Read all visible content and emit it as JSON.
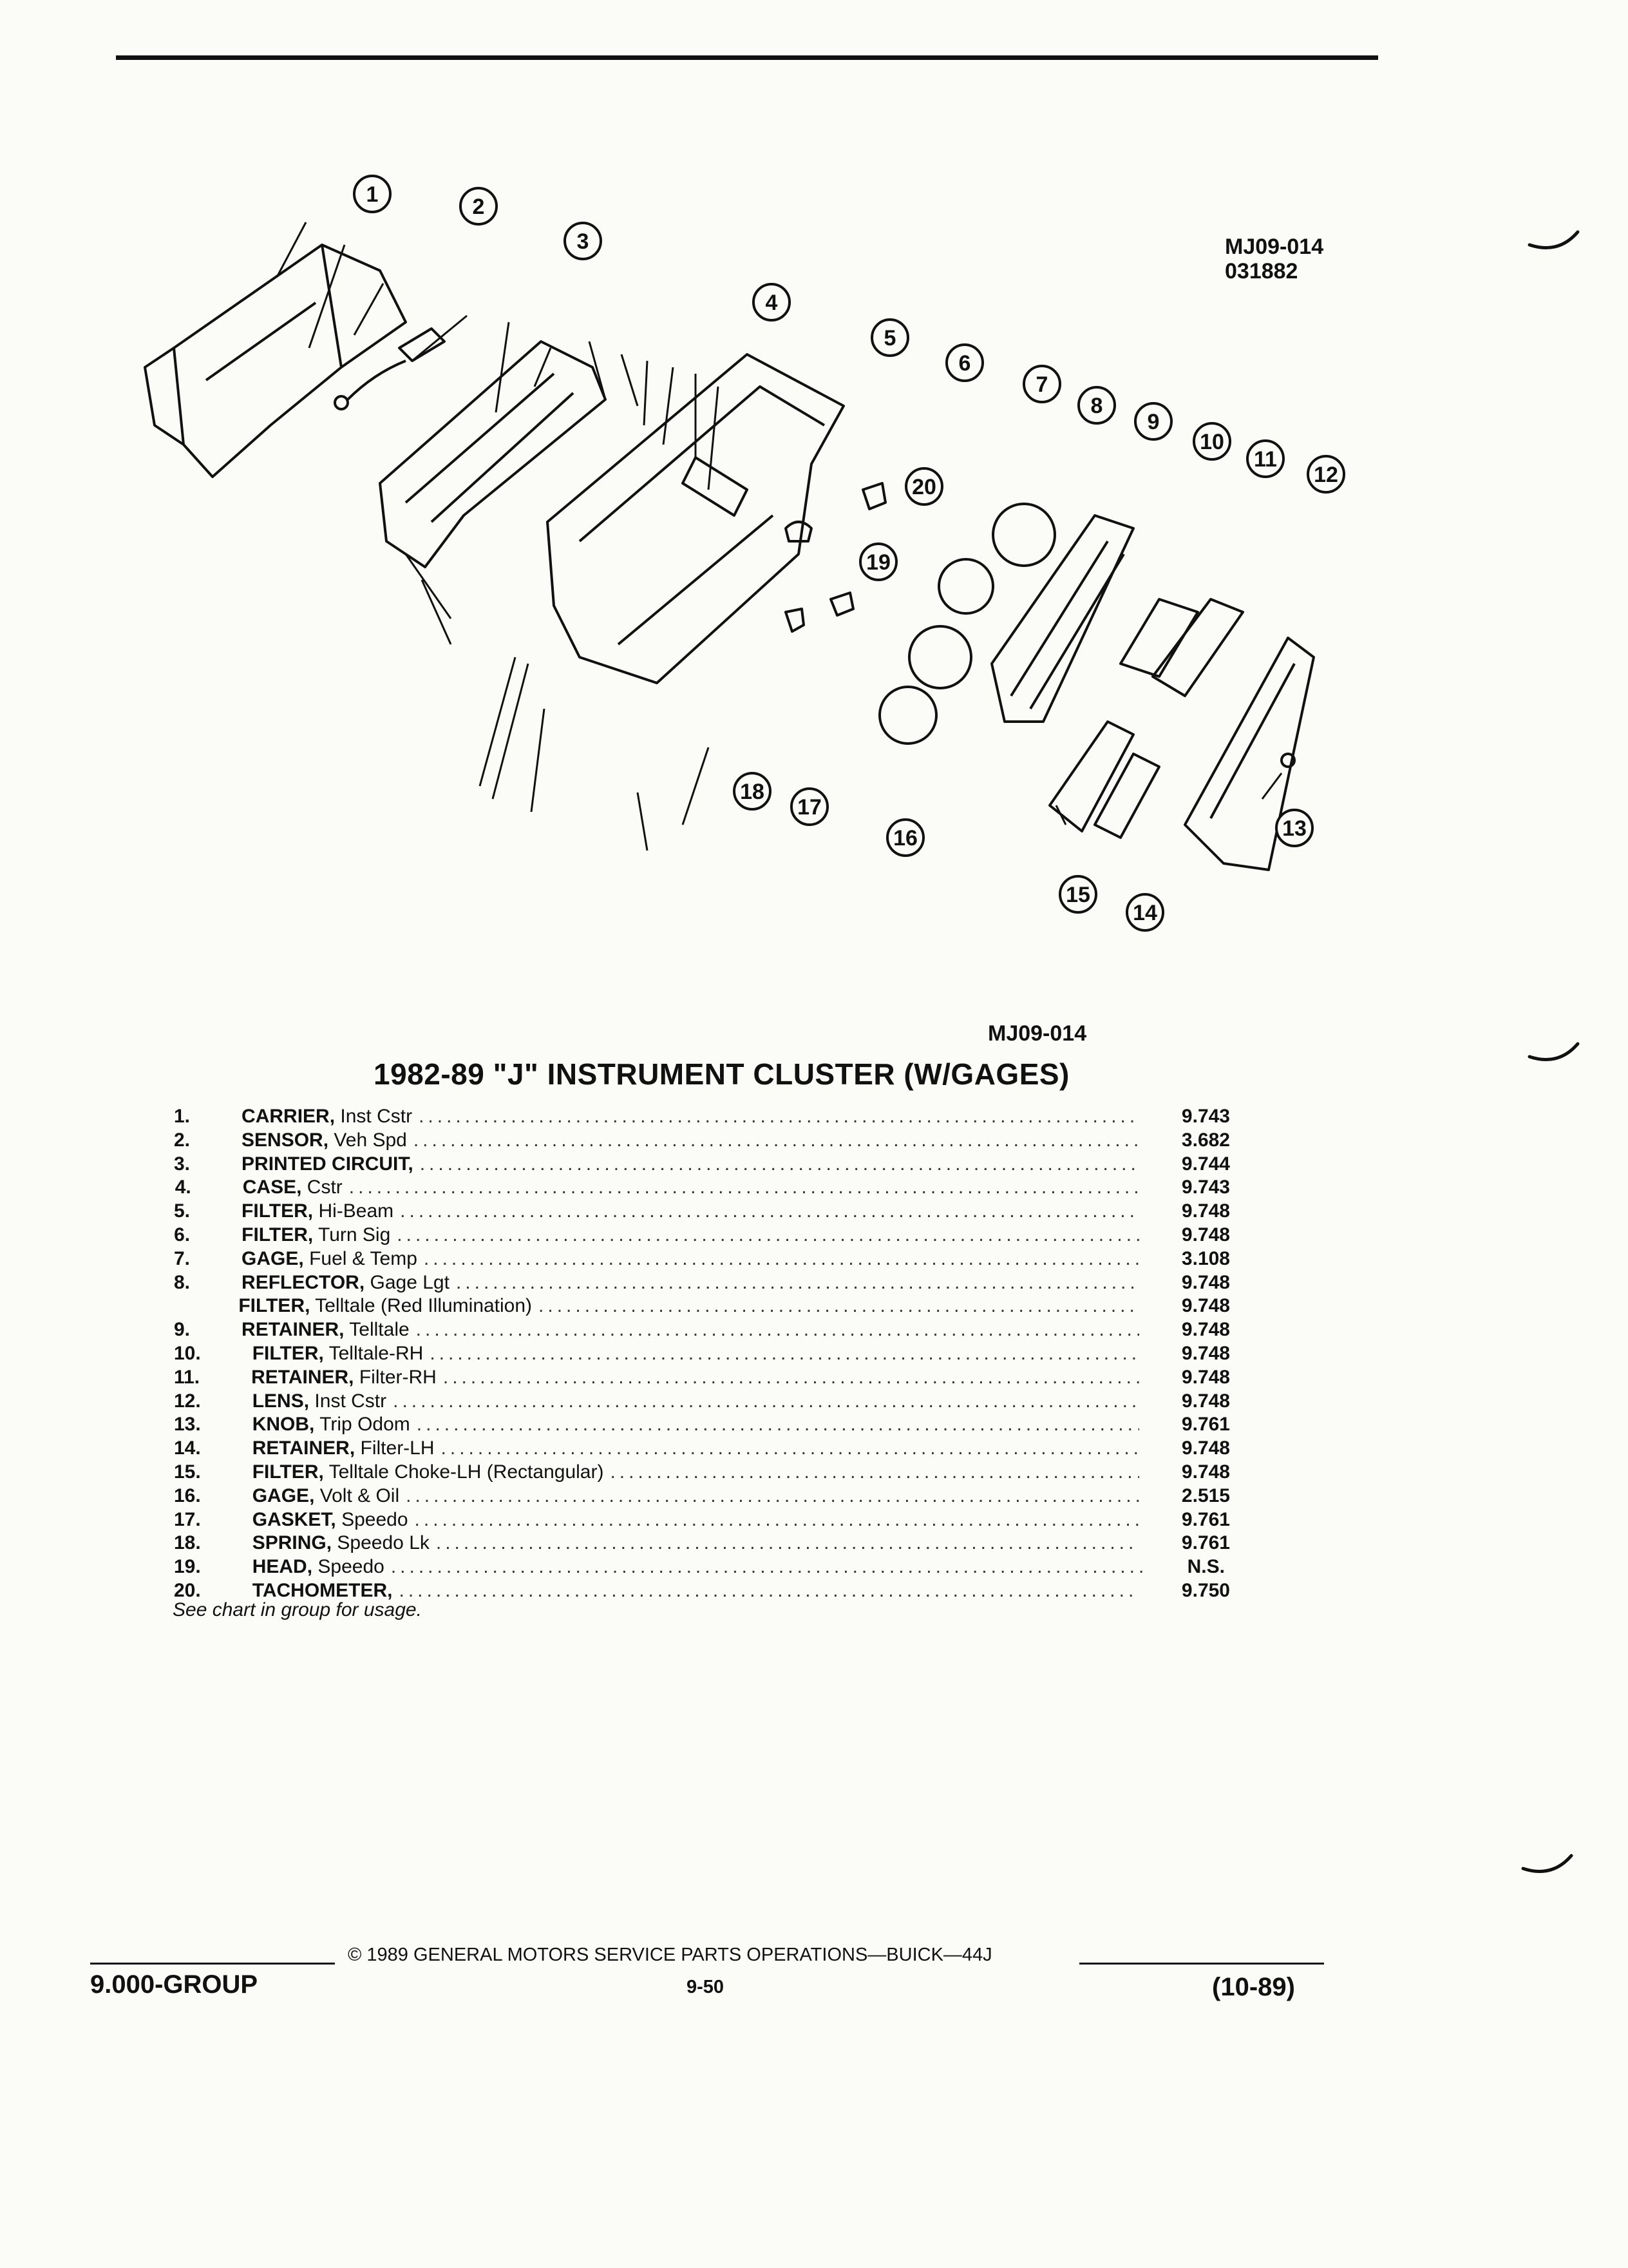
{
  "header": {
    "figure_id": "MJ09-014",
    "figure_code": "031882",
    "figure_caption": "MJ09-014"
  },
  "title": "1982-89 \"J\" INSTRUMENT CLUSTER (W/GAGES)",
  "callouts": [
    "1",
    "2",
    "3",
    "4",
    "5",
    "6",
    "7",
    "8",
    "9",
    "10",
    "11",
    "12",
    "13",
    "14",
    "15",
    "16",
    "17",
    "18",
    "19",
    "20"
  ],
  "parts": [
    {
      "num": "1.",
      "name": "CARRIER,",
      "desc": "Inst Cstr",
      "value": "9.743"
    },
    {
      "num": "2.",
      "name": "SENSOR,",
      "desc": "Veh Spd",
      "value": "3.682"
    },
    {
      "num": "3.",
      "name": "PRINTED CIRCUIT,",
      "desc": "",
      "value": "9.744"
    },
    {
      "num": "4.",
      "name": "CASE,",
      "desc": "Cstr",
      "value": "9.743"
    },
    {
      "num": "5.",
      "name": "FILTER,",
      "desc": "Hi-Beam",
      "value": "9.748"
    },
    {
      "num": "6.",
      "name": "FILTER,",
      "desc": "Turn Sig",
      "value": "9.748"
    },
    {
      "num": "7.",
      "name": "GAGE,",
      "desc": "Fuel & Temp",
      "value": "3.108"
    },
    {
      "num": "8.",
      "name": "REFLECTOR,",
      "desc": "Gage Lgt",
      "value": "9.748"
    },
    {
      "num": "",
      "name": "FILTER,",
      "desc": "Telltale (Red Illumination)",
      "value": "9.748"
    },
    {
      "num": "9.",
      "name": "RETAINER,",
      "desc": "Telltale",
      "value": "9.748"
    },
    {
      "num": "10.",
      "name": "FILTER,",
      "desc": "Telltale-RH",
      "value": "9.748"
    },
    {
      "num": "11.",
      "name": "RETAINER,",
      "desc": "Filter-RH",
      "value": "9.748"
    },
    {
      "num": "12.",
      "name": "LENS,",
      "desc": "Inst Cstr",
      "value": "9.748"
    },
    {
      "num": "13.",
      "name": "KNOB,",
      "desc": "Trip Odom",
      "value": "9.761"
    },
    {
      "num": "14.",
      "name": "RETAINER,",
      "desc": "Filter-LH",
      "value": "9.748"
    },
    {
      "num": "15.",
      "name": "FILTER,",
      "desc": "Telltale Choke-LH (Rectangular)",
      "value": "9.748"
    },
    {
      "num": "16.",
      "name": "GAGE,",
      "desc": "Volt & Oil",
      "value": "2.515"
    },
    {
      "num": "17.",
      "name": "GASKET,",
      "desc": "Speedo",
      "value": "9.761"
    },
    {
      "num": "18.",
      "name": "SPRING,",
      "desc": "Speedo Lk",
      "value": "9.761"
    },
    {
      "num": "19.",
      "name": "HEAD,",
      "desc": "Speedo",
      "value": "N.S."
    },
    {
      "num": "20.",
      "name": "TACHOMETER,",
      "desc": "",
      "value": "9.750"
    }
  ],
  "note": "See chart in group for usage.",
  "footer": {
    "group": "9.000-GROUP",
    "copyright": "© 1989 GENERAL MOTORS SERVICE PARTS OPERATIONS—BUICK—44J",
    "page": "9-50",
    "date": "(10-89)"
  }
}
